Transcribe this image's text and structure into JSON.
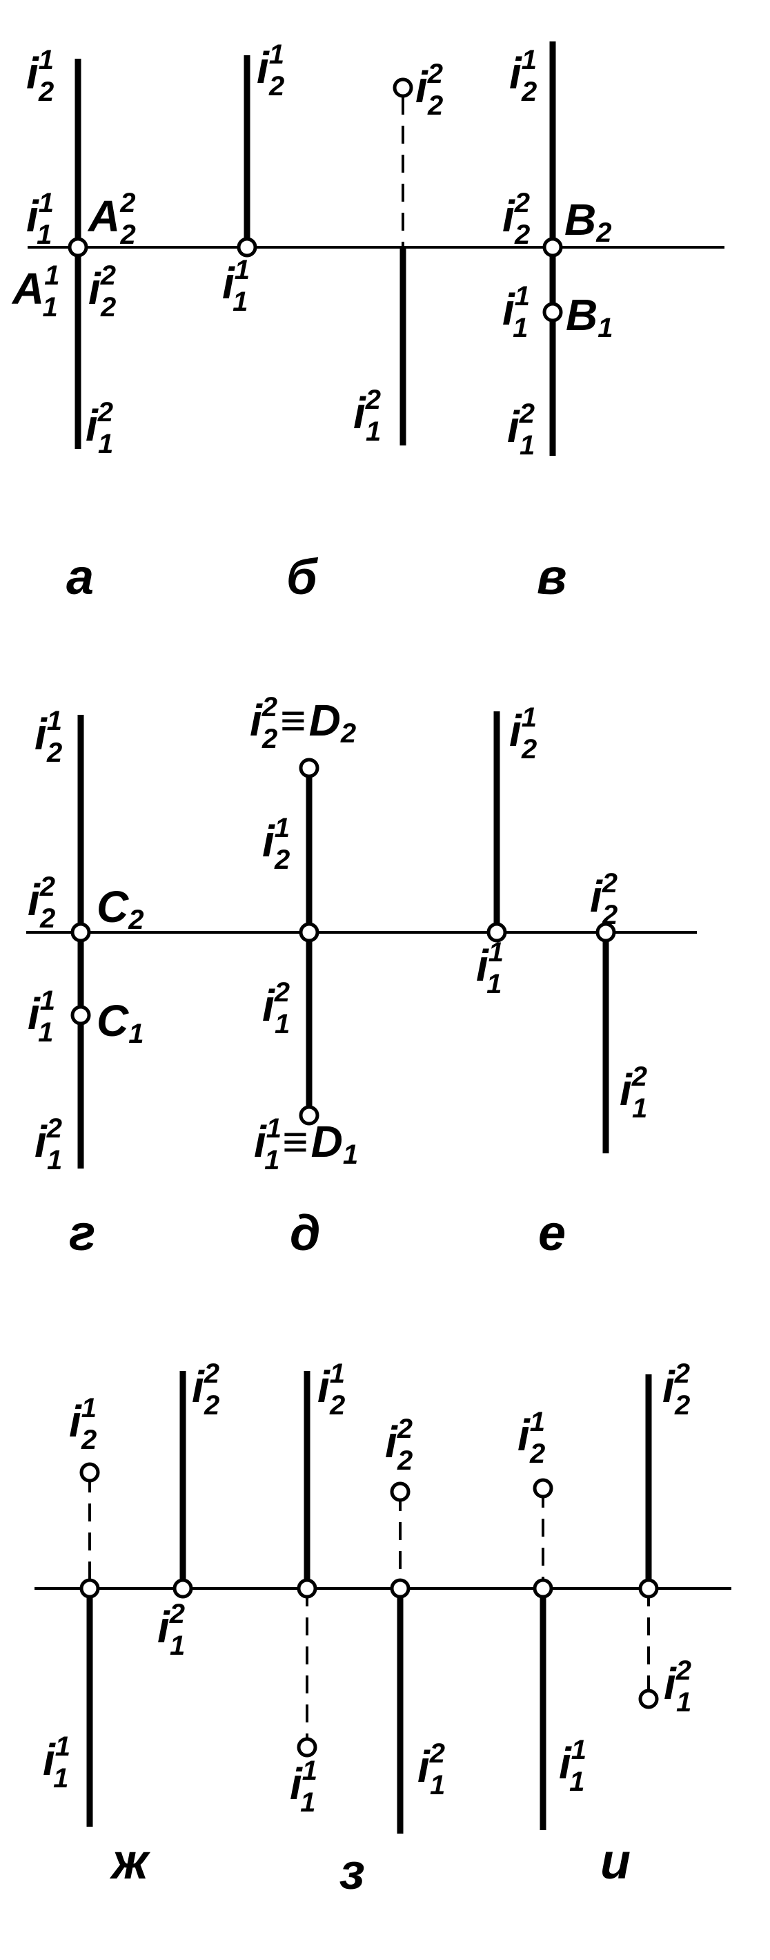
{
  "letters": {
    "i": "i",
    "one": "1",
    "two": "2",
    "A": "A",
    "B": "B",
    "C": "C",
    "D": "D",
    "equiv": "≡"
  },
  "panels": {
    "a": "а",
    "b": "б",
    "v": "в",
    "g": "г",
    "d": "д",
    "e": "е",
    "zh": "ж",
    "z": "з",
    "i": "и"
  }
}
